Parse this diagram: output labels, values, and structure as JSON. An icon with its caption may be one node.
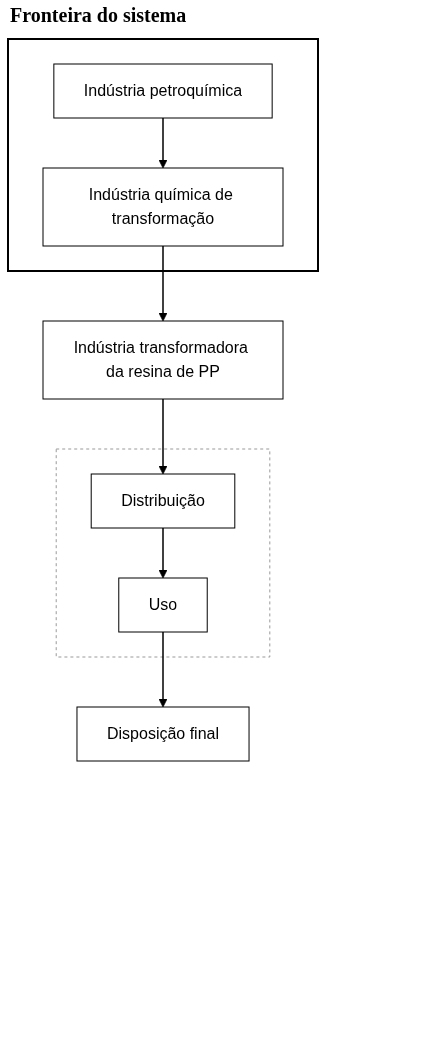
{
  "diagram": {
    "title": "Fronteira do sistema",
    "nodes": [
      {
        "text": [],
        "shape": "box"
      },
      {
        "text": [
          "Indústria petroquímica"
        ],
        "in": 0
      },
      {
        "text": [
          "Indústria química de transformação"
        ],
        "in": 0
      },
      {
        "text": [
          "Indústria transformadora da resina de PP"
        ]
      },
      {
        "text": [],
        "shape": "box"
      },
      {
        "text": [
          "Distribuição"
        ],
        "in": 4
      },
      {
        "text": [
          "Uso"
        ],
        "in": 4
      },
      {
        "text": [
          "Disposição final"
        ]
      }
    ],
    "edges": [
      {
        "from": 1,
        "to": 2,
        "arrow": "to"
      },
      {
        "from": 2,
        "to": 3,
        "arrow": "to"
      },
      {
        "from": 3,
        "to": 5,
        "arrow": "to"
      },
      {
        "from": 5,
        "to": 6,
        "arrow": "to"
      },
      {
        "from": 6,
        "to": 7,
        "arrow": "to"
      }
    ]
  }
}
